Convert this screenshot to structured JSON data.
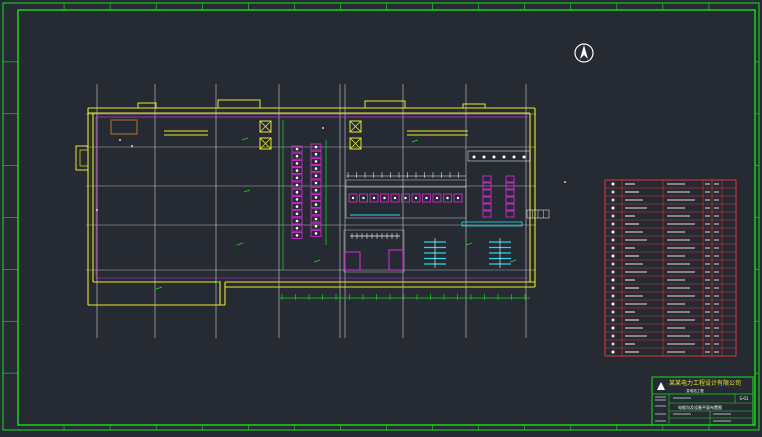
{
  "colors": {
    "background": "#252a33",
    "frame": "#16e216",
    "building": "#e8e82a",
    "grid": "#b8b8b8",
    "equipment": "#e02ae0",
    "table_border": "#e63434",
    "table_text": "#ffffff",
    "accent_cyan": "#28d8e8"
  },
  "drawing": {
    "north_symbol": "north-arrow"
  },
  "title_block": {
    "company": "某某电力工程设计有限公司",
    "project": "变电站工程",
    "drawing_title": "电缆沟及设备平面布置图",
    "drawing_no": "S-01"
  },
  "legend": {
    "rows": 22
  }
}
